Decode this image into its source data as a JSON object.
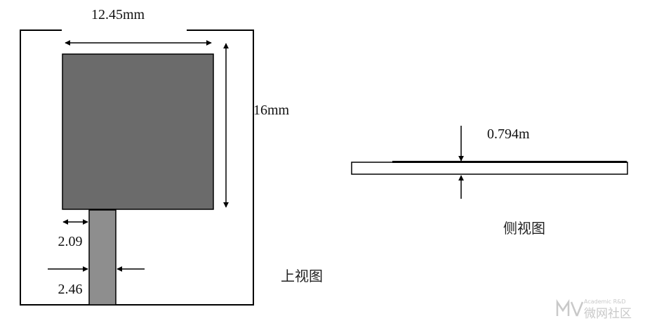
{
  "top_view": {
    "width_label": "12.45mm",
    "height_label": "16mm",
    "inset_label": "2.09",
    "feed_width_label": "2.46",
    "caption": "上视图"
  },
  "side_view": {
    "thickness_label": "0.794m",
    "caption": "侧视图"
  },
  "watermark": {
    "sub": "Academic R&D",
    "main": "微网社区"
  },
  "colors": {
    "patch": "#6b6b6b",
    "feed": "#8e8e8e",
    "line": "#000000"
  }
}
